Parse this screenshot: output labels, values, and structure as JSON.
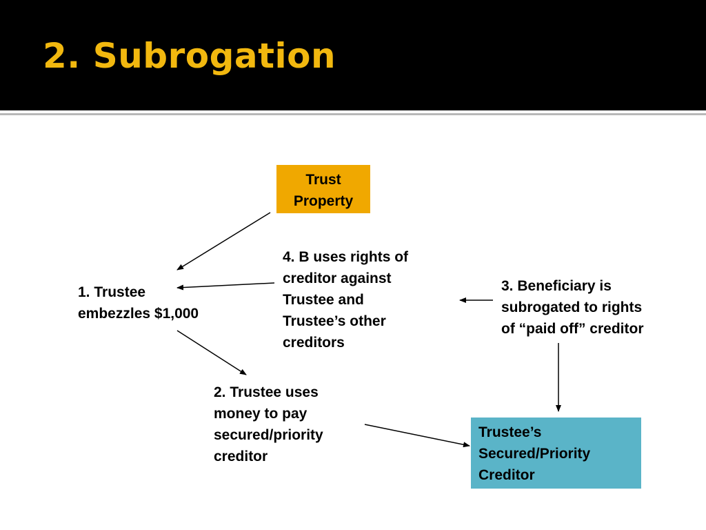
{
  "slide": {
    "title": "2.  Subrogation",
    "title_color": "#f2b80f",
    "header_color": "#000000"
  },
  "nodes": {
    "trust_property": {
      "text": "Trust\nProperty",
      "fill": "#f0a800"
    },
    "trustee_embezzles": {
      "text": "1.  Trustee\nembezzles $1,000"
    },
    "trustee_uses_money": {
      "text": "2.  Trustee uses\nmoney to pay\nsecured/priority\ncreditor"
    },
    "beneficiary_subrogated": {
      "text": "3.  Beneficiary is\nsubrogated to rights\nof “paid off” creditor"
    },
    "b_uses_rights": {
      "text": "4.  B uses rights of\ncreditor against\nTrustee and\nTrustee’s other\ncreditors"
    },
    "secured_creditor": {
      "text": "Trustee’s\nSecured/Priority\nCreditor",
      "fill": "#5ab4c8"
    }
  },
  "edges": [
    {
      "from": "trust_property",
      "to": "trustee_embezzles"
    },
    {
      "from": "trustee_embezzles",
      "to": "trustee_uses_money"
    },
    {
      "from": "trustee_uses_money",
      "to": "secured_creditor"
    },
    {
      "from": "beneficiary_subrogated",
      "to": "secured_creditor"
    },
    {
      "from": "beneficiary_subrogated",
      "to": "b_uses_rights"
    },
    {
      "from": "b_uses_rights",
      "to": "trustee_embezzles"
    }
  ]
}
